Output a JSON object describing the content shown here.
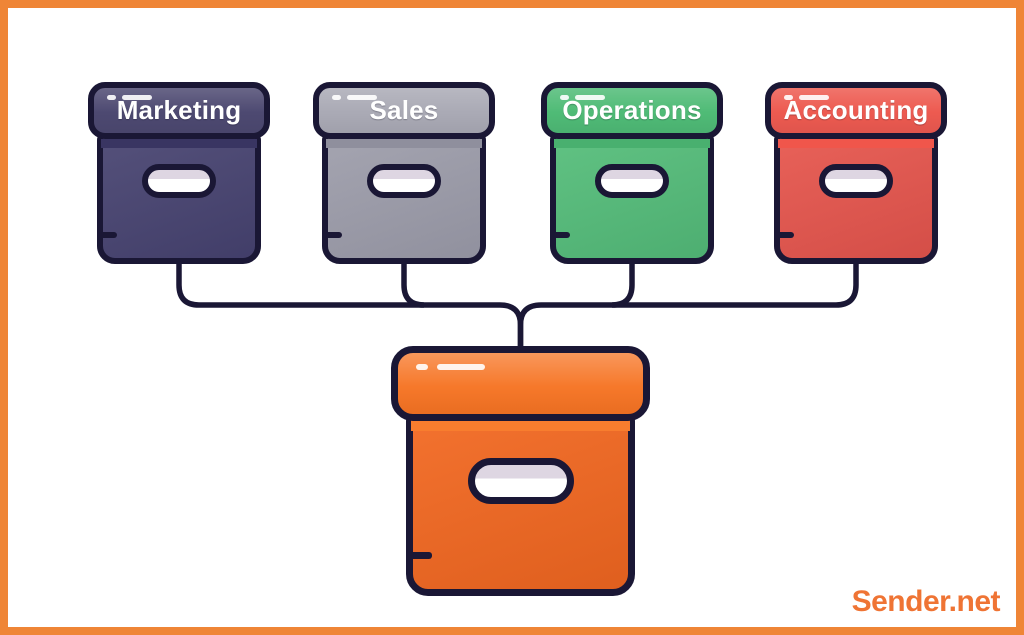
{
  "colors": {
    "frame": "#ef8536",
    "outline": "#1a1735",
    "canvas": "#ffffff",
    "brand": "#ef7434",
    "label_text": "#ffffff",
    "handle_fill": "#ffffff",
    "handle_shade": "#ded6e2"
  },
  "department_boxes": [
    {
      "label": "Marketing",
      "css": "--lid:#4d4971;--body:#474370;--rim:#393562"
    },
    {
      "label": "Sales",
      "css": "--lid:#aaaab5;--body:#9d9daa;--rim:#8f8f9d"
    },
    {
      "label": "Operations",
      "css": "--lid:#4fbb76;--body:#54bd79;--rim:#49b06f"
    },
    {
      "label": "Accounting",
      "css": "--lid:#ed5a50;--body:#e6554c;--rim:#f0564b"
    }
  ],
  "central_box": {
    "css": "--lid:#f67322;--body:#f2671f;--rim:#f87d2e"
  },
  "watermark": "Sender.net"
}
